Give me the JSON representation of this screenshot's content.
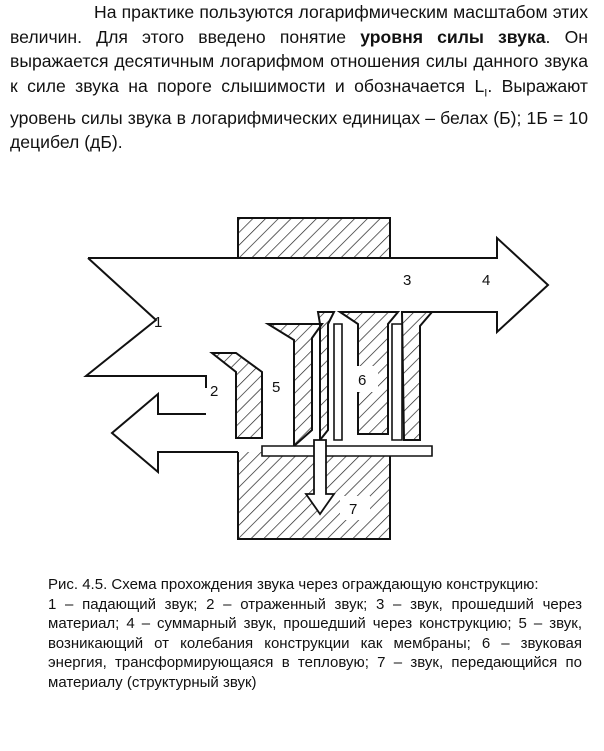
{
  "text": {
    "p1": "На практике пользуются логарифмическим масштабом этих величин. Для этого введено понятие ",
    "bold": "уровня силы звука",
    "p2": ". Он выражается десятичным логарифмом отношения силы данного звука к силе звука на пороге слышимости и обозначается L",
    "sub": "I",
    "p3": ". Выражают уровень силы звука в логарифмических единицах – белах (Б); 1Б = 10 децибел (дБ)."
  },
  "figure": {
    "labels": [
      "1",
      "2",
      "3",
      "4",
      "5",
      "6",
      "7"
    ]
  },
  "caption": {
    "title": "Рис. 4.5. Схема прохождения звука через ограждающую конструкцию:",
    "body": "1 – падающий звук; 2 – отраженный звук; 3 – звук, прошедший через материал; 4 – суммарный звук, прошедший через конструкцию; 5 – звук, возникающий от колебания конструкции как мембраны; 6 – звуковая энергия, трансформирующаяся в тепловую; 7 – звук, передающийся по материалу (структурный звук)"
  }
}
